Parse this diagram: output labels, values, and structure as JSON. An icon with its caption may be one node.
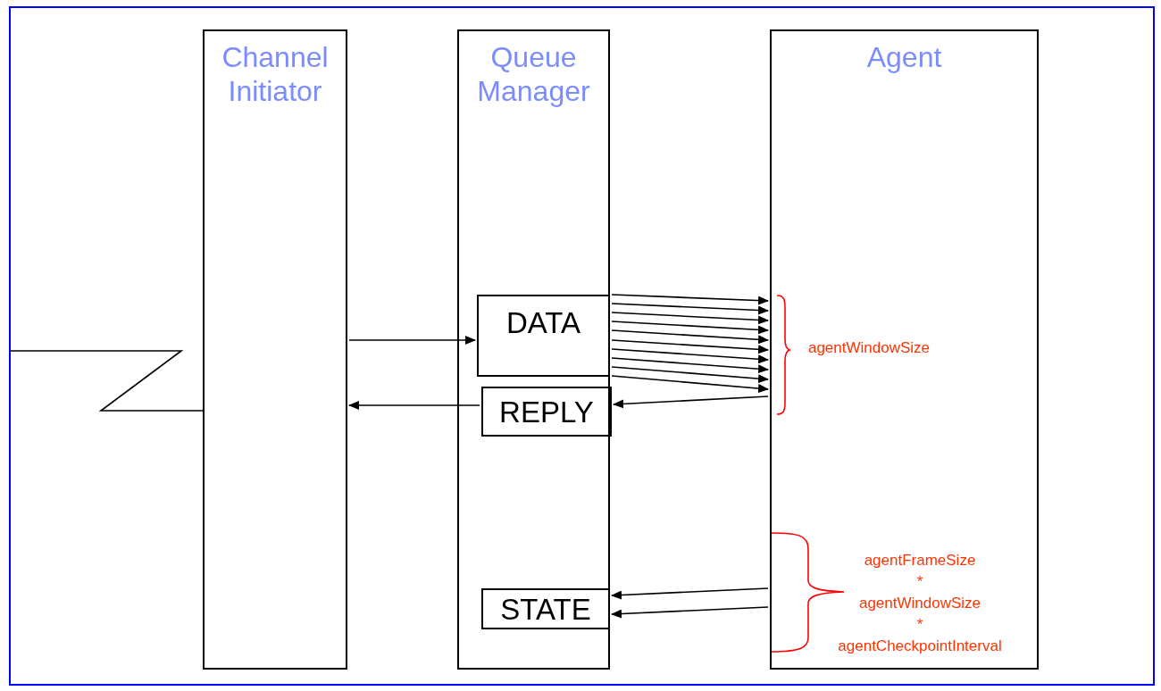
{
  "diagram": {
    "nodes": [
      {
        "text": [
          "Channel Initiator"
        ]
      },
      {
        "text": [
          "Queue Manager"
        ]
      },
      {
        "text": [
          "Agent"
        ]
      },
      {
        "text": [
          "DATA"
        ],
        "in": 1
      },
      {
        "text": [
          "REPLY"
        ],
        "in": 1
      },
      {
        "text": [
          "STATE"
        ],
        "in": 1
      }
    ],
    "edges": [
      {
        "from": null,
        "to": 0,
        "arrow": "none"
      },
      {
        "from": 0,
        "to": 3,
        "arrow": "to"
      },
      {
        "from": 4,
        "to": 0,
        "arrow": "to"
      },
      {
        "from": 3,
        "to": 2,
        "arrow": "to"
      },
      {
        "from": 3,
        "to": 2,
        "arrow": "to"
      },
      {
        "from": 3,
        "to": 2,
        "arrow": "to"
      },
      {
        "from": 3,
        "to": 2,
        "arrow": "to"
      },
      {
        "from": 3,
        "to": 2,
        "arrow": "to"
      },
      {
        "from": 3,
        "to": 2,
        "arrow": "to"
      },
      {
        "from": 3,
        "to": 2,
        "arrow": "to"
      },
      {
        "from": 3,
        "to": 2,
        "arrow": "to"
      },
      {
        "from": 3,
        "to": 2,
        "arrow": "to"
      },
      {
        "from": 3,
        "to": 2,
        "arrow": "to"
      },
      {
        "from": 2,
        "to": 4,
        "arrow": "to"
      },
      {
        "from": 2,
        "to": 5,
        "arrow": "to"
      },
      {
        "from": 2,
        "to": 5,
        "arrow": "to"
      }
    ],
    "labels": [
      "agentWindowSize",
      "agentFrameSize * agentWindowSize * agentCheckpointInterval"
    ]
  }
}
